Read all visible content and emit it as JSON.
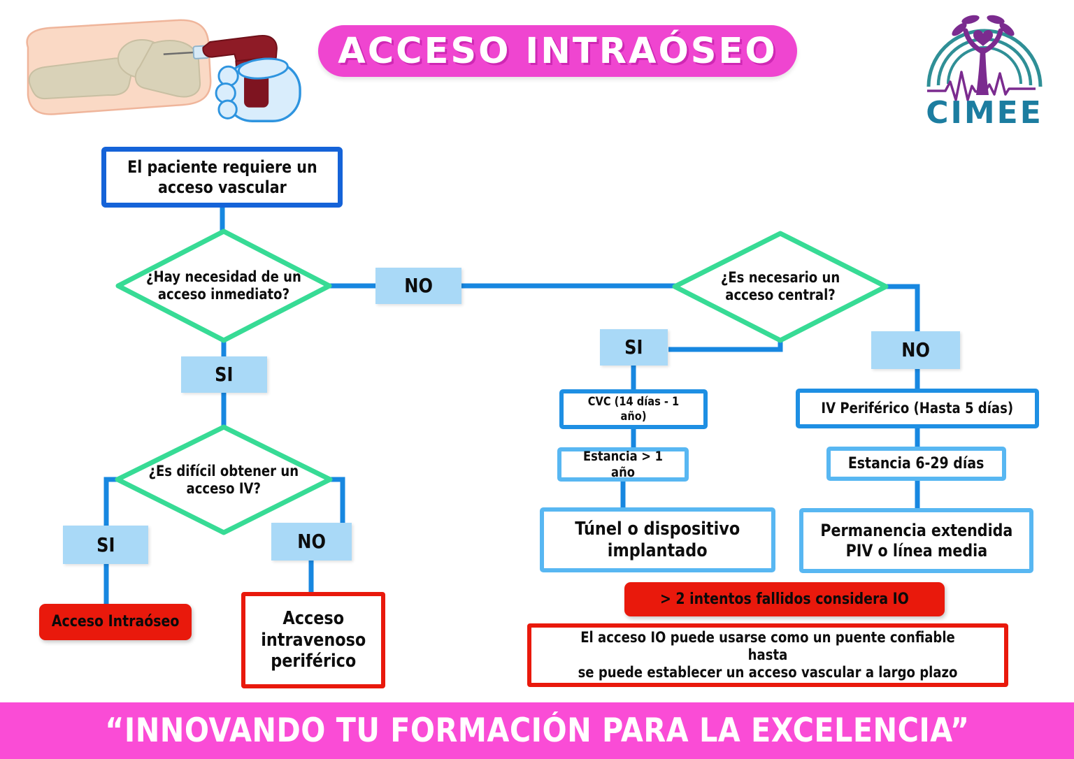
{
  "header": {
    "title": "ACCESO INTRAÓSEO",
    "logo": {
      "text": "CIMEE"
    },
    "illustrations": [
      "knee-bone-cross-section",
      "gloved-hand-holding-io-drill"
    ]
  },
  "flowchart": {
    "start": "El paciente requiere un\nacceso vascular",
    "q_inmediato": "¿Hay necesidad de un\nacceso inmediato?",
    "q_inmediato_no": "NO",
    "q_inmediato_si": "SI",
    "q_central": "¿Es necesario un\nacceso central?",
    "q_central_si": "SI",
    "q_central_no": "NO",
    "q_dificil": "¿Es difícil obtener un\nacceso IV?",
    "q_dificil_si": "SI",
    "q_dificil_no": "NO",
    "result_io": "Acceso Intraóseo",
    "result_piv": "Acceso\nintravenoso\nperiférico",
    "cvc": "CVC (14 días - 1 año)",
    "estancia_1a": "Estancia > 1 año",
    "tunel": "Túnel o dispositivo\nimplantado",
    "iv_periferico": "IV Periférico (Hasta 5 días)",
    "estancia_629": "Estancia 6-29 días",
    "permanencia": "Permanencia extendida\nPIV o línea media",
    "intentos": "> 2 intentos fallidos considera IO",
    "nota": "El acceso IO puede usarse como un puente confiable hasta\nse puede establecer un acceso vascular a largo plazo"
  },
  "footer": {
    "slogan": "“INNOVANDO TU FORMACIÓN PARA LA EXCELENCIA”"
  },
  "colors": {
    "banner_pink": "#ef45d0",
    "footer_pink": "#fa4cd6",
    "diamond_green": "#37db95",
    "connector_blue": "#1787e0",
    "deep_blue": "#1563d8",
    "bright_blue": "#1e8fe3",
    "sky_blue": "#58b7f2",
    "label_fill": "#a9d9f7",
    "alert_red": "#e9190c",
    "logo_teal": "#1c7da0",
    "logo_purple": "#7b2b8f"
  }
}
